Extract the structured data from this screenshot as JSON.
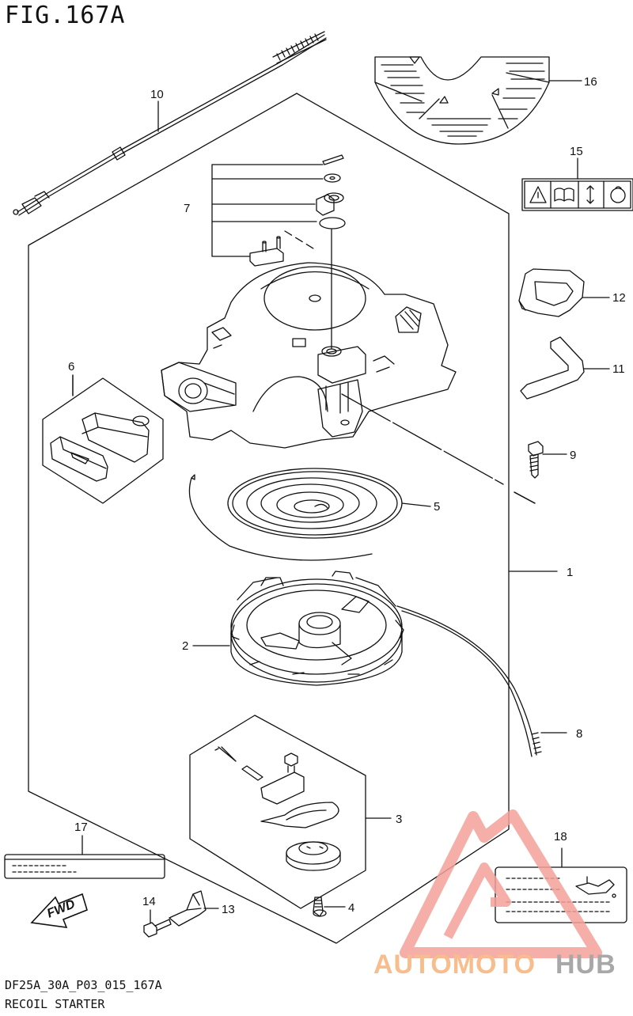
{
  "figure": {
    "title": "FIG.167A",
    "code": "DF25A_30A_P03_015_167A",
    "name": "RECOIL STARTER"
  },
  "callouts": {
    "c1": "1",
    "c2": "2",
    "c3": "3",
    "c4": "4",
    "c5": "5",
    "c6": "6",
    "c7": "7",
    "c8": "8",
    "c9": "9",
    "c10": "10",
    "c11": "11",
    "c12": "12",
    "c13": "13",
    "c14": "14",
    "c15": "15",
    "c16": "16",
    "c17": "17",
    "c18": "18"
  },
  "fwd_label": "FWD",
  "watermark": {
    "part1": "AUTOMOTO",
    "part2": "HUB",
    "color_primary": "#f4a09a",
    "color_secondary": "#9a9a9a"
  },
  "colors": {
    "line": "#111111",
    "background": "#ffffff"
  }
}
